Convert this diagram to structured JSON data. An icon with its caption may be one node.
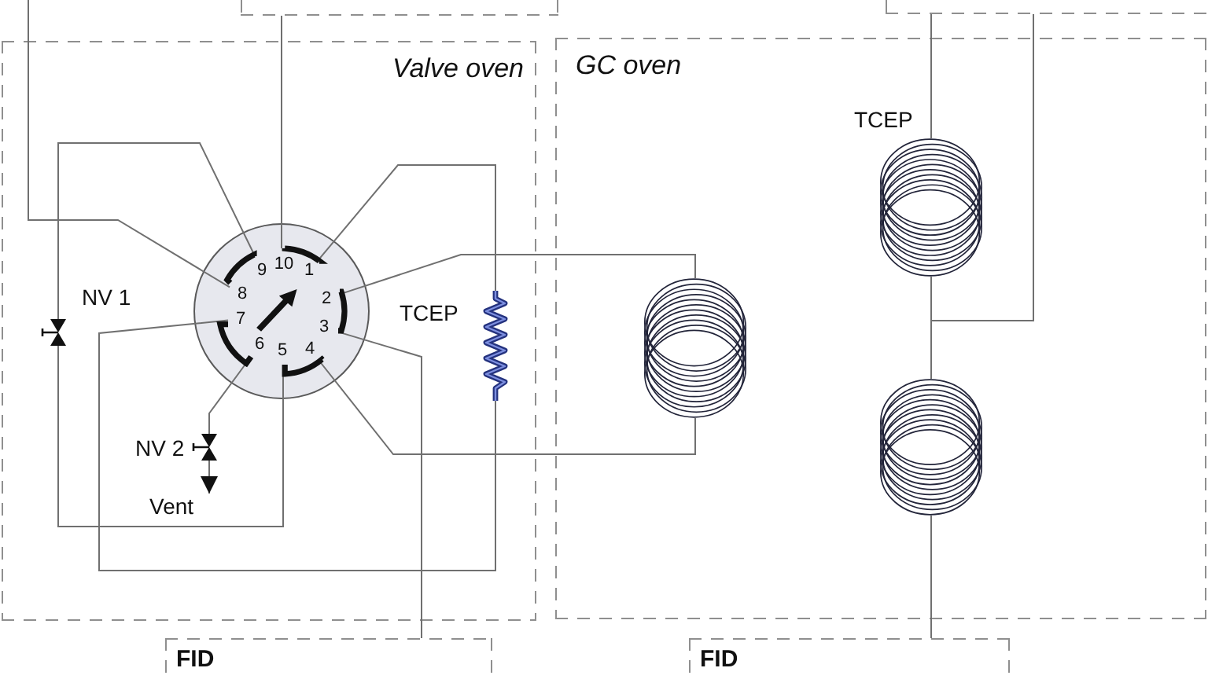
{
  "diagram": {
    "nodes": [
      {
        "text": [],
        "shape": "box"
      },
      {
        "text": [],
        "shape": "box"
      },
      {
        "text": [
          "Valve oven"
        ]
      },
      {
        "text": [],
        "shape": "circle",
        "in": 2
      },
      {
        "text": [
          "1"
        ],
        "in": 3
      },
      {
        "text": [
          "2"
        ],
        "in": 3
      },
      {
        "text": [
          "3"
        ],
        "in": 3
      },
      {
        "text": [
          "4"
        ],
        "in": 3
      },
      {
        "text": [
          "5"
        ],
        "in": 3
      },
      {
        "text": [
          "6"
        ],
        "in": 3
      },
      {
        "text": [
          "7"
        ],
        "in": 3
      },
      {
        "text": [
          "8"
        ],
        "in": 3
      },
      {
        "text": [
          "9"
        ],
        "in": 3
      },
      {
        "text": [
          "10"
        ],
        "in": 3
      },
      {
        "text": [],
        "shape": "valve",
        "in": 2,
        "beside": [
          "NV 1"
        ]
      },
      {
        "text": [],
        "shape": "zigzag",
        "in": 2,
        "beside": [
          "TCEP"
        ]
      },
      {
        "text": [],
        "shape": "valve",
        "in": 2,
        "beside": [
          "NV 2"
        ]
      },
      {
        "text": [
          "Vent"
        ],
        "in": 2
      },
      {
        "text": [
          "GC oven"
        ]
      },
      {
        "text": [],
        "shape": "coil",
        "in": 18
      },
      {
        "text": [],
        "shape": "coil",
        "in": 18,
        "beside": [
          "TCEP"
        ]
      },
      {
        "text": [],
        "shape": "coil",
        "in": 18
      },
      {
        "text": [
          "FID"
        ]
      },
      {
        "text": [
          "FID"
        ]
      },
      {
        "text": [],
        "shape": "arrow",
        "in": 3
      }
    ],
    "edges": [
      {
        "from": 0,
        "to": 13,
        "arrow": "none"
      },
      {
        "from": null,
        "to": 11,
        "arrow": "none"
      },
      {
        "from": 12,
        "to": 14,
        "arrow": "none"
      },
      {
        "from": 14,
        "to": 8,
        "arrow": "none"
      },
      {
        "from": 4,
        "to": 15,
        "arrow": "none"
      },
      {
        "from": 15,
        "to": 10,
        "arrow": "none"
      },
      {
        "from": 5,
        "to": 19,
        "arrow": "none"
      },
      {
        "from": 19,
        "to": 7,
        "arrow": "none"
      },
      {
        "from": 6,
        "to": 22,
        "arrow": "none"
      },
      {
        "from": 9,
        "to": 16,
        "arrow": "none"
      },
      {
        "from": 16,
        "to": 17,
        "arrow": "to"
      },
      {
        "from": 1,
        "to": 20,
        "arrow": "none"
      },
      {
        "from": 20,
        "to": 21,
        "arrow": "none"
      },
      {
        "from": 20,
        "to": 1,
        "arrow": "none"
      },
      {
        "from": 21,
        "to": 23,
        "arrow": "none"
      },
      {
        "from": 13,
        "to": 4,
        "arrow": "none",
        "style": "thick",
        "color": "#111111"
      },
      {
        "from": 11,
        "to": 12,
        "arrow": "none",
        "style": "thick",
        "color": "#111111"
      },
      {
        "from": 5,
        "to": 6,
        "arrow": "none",
        "style": "thick",
        "color": "#111111"
      },
      {
        "from": 7,
        "to": 8,
        "arrow": "none",
        "style": "thick",
        "color": "#111111"
      },
      {
        "from": 9,
        "to": 10,
        "arrow": "none",
        "style": "thick",
        "color": "#111111"
      }
    ]
  }
}
